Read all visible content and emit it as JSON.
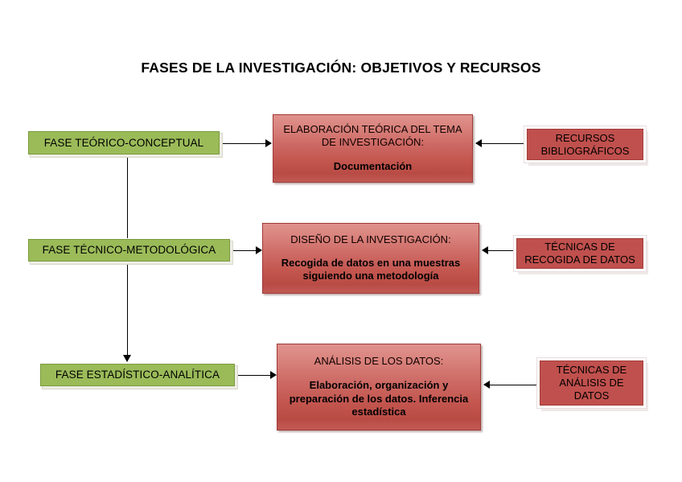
{
  "page": {
    "title": "FASES DE LA INVESTIGACIÓN: OBJETIVOS Y RECURSOS",
    "background": "#FFFFFF"
  },
  "colors": {
    "phase_green": "#9BBB59",
    "phase_green_border": "#7A9A3C",
    "objective_red_light": "#E0918C",
    "objective_red_dark": "#B94B45",
    "resource_red": "#C0504D",
    "connector": "#000000",
    "text": "#000000"
  },
  "phases": [
    {
      "id": "phase-1",
      "label": "FASE TEÓRICO-CONCEPTUAL"
    },
    {
      "id": "phase-2",
      "label": "FASE TÉCNICO-METODOLÓGICA"
    },
    {
      "id": "phase-3",
      "label": "FASE ESTADÍSTICO-ANALÍTICA"
    }
  ],
  "objectives": [
    {
      "id": "objective-1",
      "heading": "ELABORACIÓN TEÓRICA DEL TEMA DE INVESTIGACIÓN:",
      "body": "Documentación"
    },
    {
      "id": "objective-2",
      "heading": "DISEÑO DE LA INVESTIGACIÓN:",
      "body": "Recogida de datos en una muestras siguiendo una metodología"
    },
    {
      "id": "objective-3",
      "heading": "ANÁLISIS DE LOS DATOS:",
      "body": "Elaboración, organización y preparación de los datos. Inferencia estadística"
    }
  ],
  "resources": [
    {
      "id": "resource-1",
      "label": "RECURSOS BIBLIOGRÁFICOS"
    },
    {
      "id": "resource-2",
      "label": "TÉCNICAS DE RECOGIDA DE DATOS"
    },
    {
      "id": "resource-3",
      "label": "TÉCNICAS DE ANÁLISIS DE DATOS"
    }
  ],
  "connectors": [
    {
      "id": "phase-1-to-objective-1",
      "direction": "right"
    },
    {
      "id": "phase-2-to-objective-2",
      "direction": "right"
    },
    {
      "id": "phase-3-to-objective-3",
      "direction": "right"
    },
    {
      "id": "resource-1-to-objective-1",
      "direction": "left"
    },
    {
      "id": "resource-2-to-objective-2",
      "direction": "left"
    },
    {
      "id": "resource-3-to-objective-3",
      "direction": "left"
    },
    {
      "id": "phase-1-to-phase-3-flow",
      "direction": "down"
    }
  ]
}
